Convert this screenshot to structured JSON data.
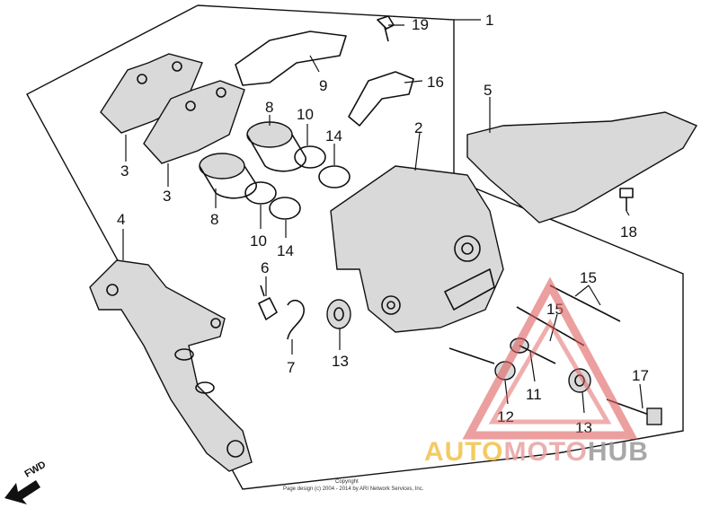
{
  "callouts": {
    "p1": "1",
    "p2": "2",
    "p3a": "3",
    "p3b": "3",
    "p4": "4",
    "p5": "5",
    "p6": "6",
    "p7": "7",
    "p8a": "8",
    "p8b": "8",
    "p9": "9",
    "p10a": "10",
    "p10b": "10",
    "p11": "11",
    "p12": "12",
    "p13a": "13",
    "p13b": "13",
    "p14a": "14",
    "p14b": "14",
    "p15a": "15",
    "p15b": "15",
    "p16": "16",
    "p17": "17",
    "p18": "18",
    "p19": "19"
  },
  "fwd_label": "FWD",
  "copyright_line1": "Copyright",
  "copyright_line2": "Page design (c) 2004 - 2014 by ARI Network Services, Inc.",
  "watermark": {
    "auto": "AUTO",
    "moto": "MOTO",
    "hub": "HUB"
  },
  "colors": {
    "watermark_triangle": "#e06060",
    "watermark_auto": "#f2c34a",
    "watermark_hub": "#9a9a9a"
  }
}
